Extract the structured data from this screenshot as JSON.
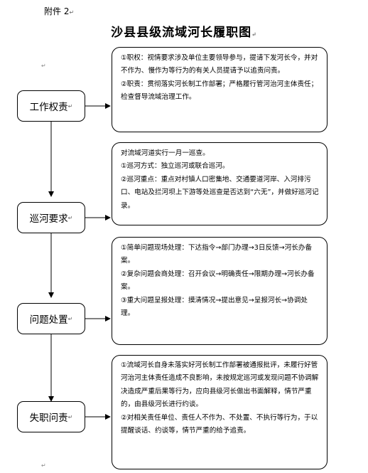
{
  "attachment_label": "附件 2",
  "title": "沙县县级流域河长履职图",
  "steps": [
    {
      "label": "工作权责",
      "details": [
        "①职权：视情要求涉及单位主要领导参与，提请下发河长令，并对不作为、慢作为等行为的有关人员提请予以追责问责。",
        "②职责：贯彻落实河长制工作部署；严格履行管河治河主体责任；检查督导流域治理工作。"
      ]
    },
    {
      "label": "巡河要求",
      "details": [
        "对流域河道实行一月一巡查。",
        "①巡河方式：独立巡河或联合巡河。",
        "②巡河重点：重点对村镇人口密集地、交通要道河岸、入河排污口、电站及拦河坝上下游等处巡查是否达到“六无”，并做好巡河记录。"
      ]
    },
    {
      "label": "问题处置",
      "details": [
        "①简单问题现场处理：下达指令→部门办理→3日反馈→河长办备案。",
        "②复杂问题会商处理：召开会议→明确责任→限期办理→河长办备案。",
        "③重大问题呈报处理：摸清情况→提出意见→呈报河长→协调处理。"
      ]
    },
    {
      "label": "失职问责",
      "details": [
        "①流域河长自身未落实好河长制工作部署被通报批评，未履行好管河治河主体责任造成不良影响，未按规定巡河或发现问题不协调解决造成严重后果等行为，应向县级河长做出书面解释，情节严重的，由县级河长进行约谈。",
        "②对相关责任单位、责任人不作为、不处置、不执行等行为，于以提醒谈话、约谈等，情节严重的给予追责。"
      ]
    }
  ]
}
